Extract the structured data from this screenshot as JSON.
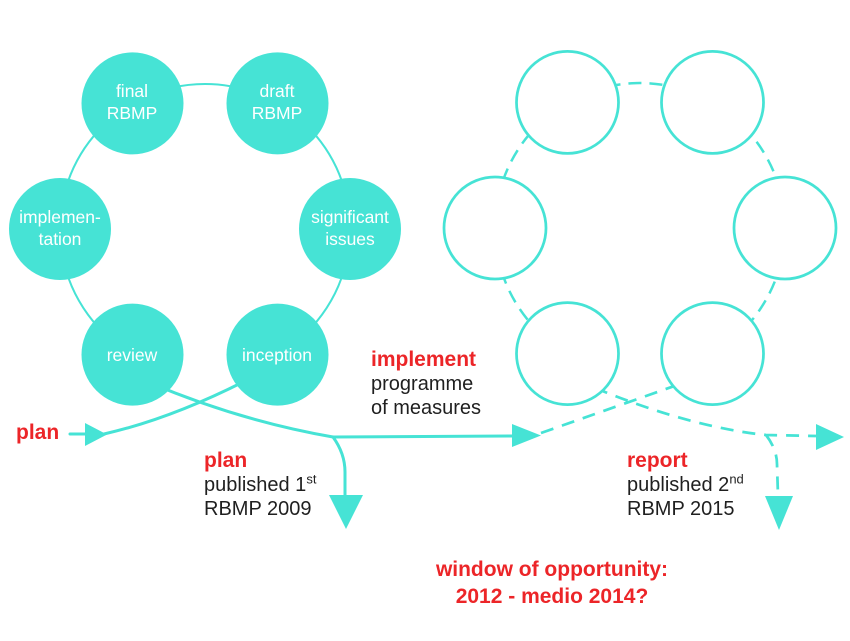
{
  "colors": {
    "teal": "#46E3D5",
    "red": "#EC2528",
    "black": "#1F1F1F"
  },
  "cycle1": {
    "circles": [
      {
        "label": "final\nRBMP"
      },
      {
        "label": "draft\nRBMP"
      },
      {
        "label": "implemen-\ntation"
      },
      {
        "label": "significant\nissues"
      },
      {
        "label": "review"
      },
      {
        "label": "inception"
      }
    ]
  },
  "cycle2": {
    "circle_count": 6
  },
  "annotations": {
    "plan_start": "plan",
    "plan_published": {
      "title": "plan",
      "line2_main": "published 1",
      "line2_sup": "st",
      "line3": "RBMP 2009"
    },
    "implement": {
      "title": "implement",
      "line2": "programme",
      "line3": "of measures"
    },
    "report_published": {
      "title": "report",
      "line2_main": "published 2",
      "line2_sup": "nd",
      "line3": "RBMP 2015"
    },
    "window": {
      "line1": "window of opportunity:",
      "line2": "2012 - medio 2014?"
    }
  }
}
